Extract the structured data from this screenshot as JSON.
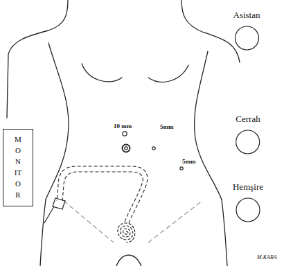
{
  "diagram": {
    "nodes": [
      {
        "text": [
          "MONITOR"
        ]
      },
      {
        "text": [
          "Asistan"
        ]
      },
      {
        "text": [
          "Cerrah"
        ]
      },
      {
        "text": [
          "Hemşire"
        ]
      }
    ],
    "labels": [
      "10 mm",
      "5mm",
      "5mm",
      "M.KARA"
    ]
  }
}
